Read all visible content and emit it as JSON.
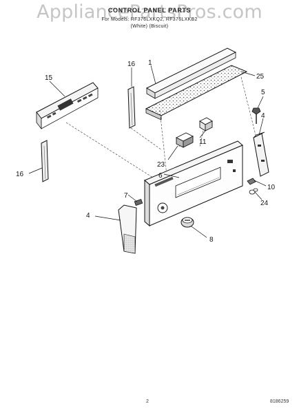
{
  "header": {
    "title": "CONTROL PANEL PARTS",
    "subtitle": "For Models: RF376LXKQ2, RF376LXKB2",
    "variant": "(White)          (Biscuit)"
  },
  "watermark": "AppliancePartsPros.com",
  "callouts": {
    "c1": "1",
    "c25": "25",
    "c15": "15",
    "c16a": "16",
    "c16b": "16",
    "c5": "5",
    "c4a": "4",
    "c4b": "4",
    "c11": "11",
    "c23": "23",
    "c6": "6",
    "c10": "10",
    "c24": "24",
    "c7": "7",
    "c8": "8"
  },
  "footer": {
    "page": "2",
    "doc": "8186259"
  }
}
